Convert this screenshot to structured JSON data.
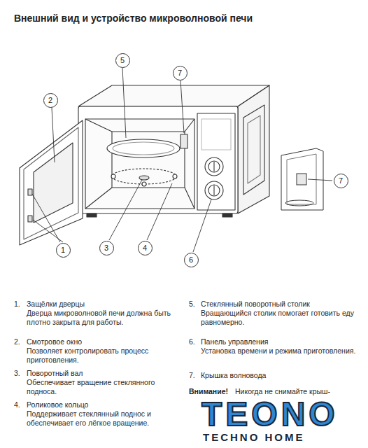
{
  "diagram": {
    "title": "Внешний вид и устройство микроволновой печи",
    "nodes": [
      {
        "text": [
          "5"
        ]
      },
      {
        "text": [
          "2"
        ]
      },
      {
        "text": [
          "7"
        ]
      },
      {
        "text": [
          "7"
        ]
      },
      {
        "text": [
          "1"
        ]
      },
      {
        "text": [
          "3"
        ]
      },
      {
        "text": [
          "4"
        ]
      },
      {
        "text": [
          "6"
        ]
      }
    ],
    "labels": [
      "1.",
      "Защёлки дверцы",
      "Дверца микроволновой печи должна быть плотно закрыта для работы.",
      "2.",
      "Смотровое окно",
      "Позволяет контролировать процесс приготовления.",
      "3.",
      "Поворотный вал",
      "Обеспечивает вращение стеклянного подноса.",
      "4.",
      "Роликовое кольцо",
      "Поддерживает стеклянный поднос и обеспечивает его лёгкое вращение.",
      "5.",
      "Стеклянный поворотный столик",
      "Вращающийся столик помогает готовить еду равномерно.",
      "6.",
      "Панель управления",
      "Установка времени и режима приготовления.",
      "7.",
      "Крышка волновода",
      "Внимание!",
      "Никогда не снимайте крыш-",
      "TEONO",
      "TECHNO HOME"
    ]
  }
}
